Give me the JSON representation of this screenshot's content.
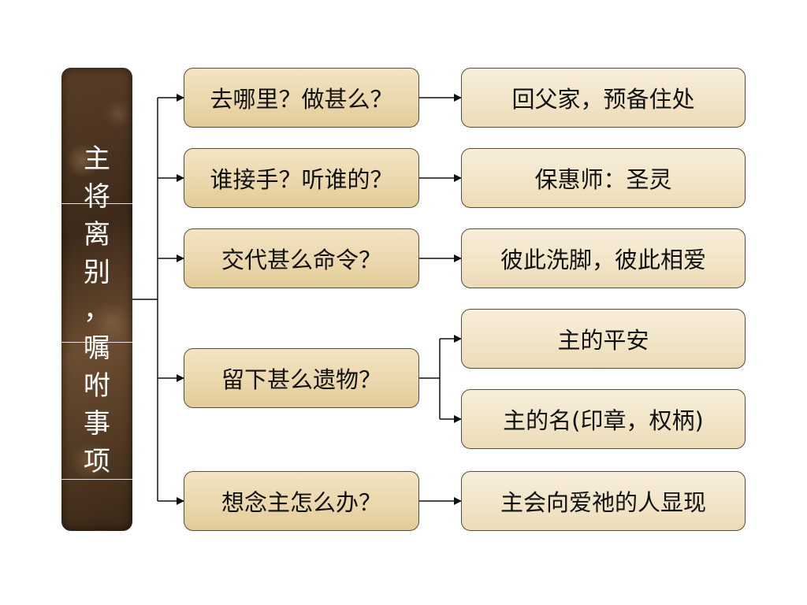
{
  "root": {
    "chars": [
      "主",
      "将",
      "离",
      "别",
      "，",
      "嘱",
      "咐",
      "事",
      "项"
    ]
  },
  "questions": [
    "去哪里？做甚么？",
    "谁接手？听谁的？",
    "交代甚么命令？",
    "留下甚么遗物？",
    "想念主怎么办？"
  ],
  "answers": [
    "回父家，预备住处",
    "保惠师：圣灵",
    "彼此洗脚，彼此相爱",
    "主的平安",
    "主的名(印章，权柄)",
    "主会向爱祂的人显现"
  ],
  "colors": {
    "box_border": "#5a4a36",
    "box_fill": "#f1e4c6",
    "root_fill": "#4a3320",
    "connector": "#111111"
  }
}
